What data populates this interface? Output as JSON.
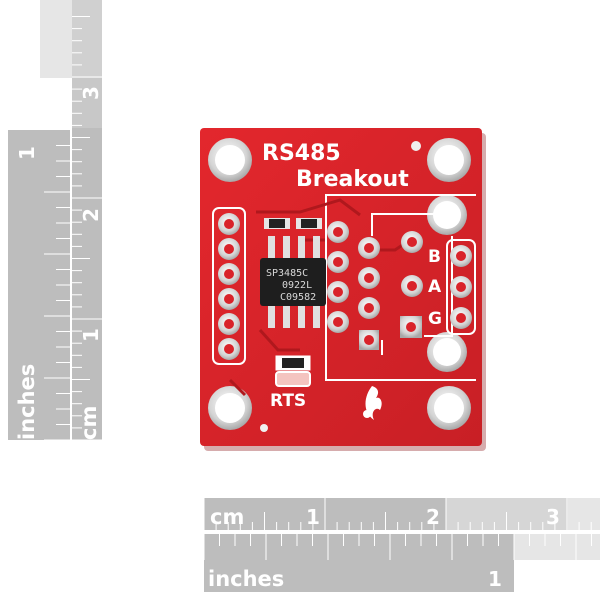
{
  "rulers": {
    "vertical": {
      "inches_label": "inches",
      "cm_label": "cm",
      "inch_numbers": [
        "1"
      ],
      "cm_numbers": [
        "1",
        "2",
        "3"
      ]
    },
    "horizontal": {
      "cm_label": "cm",
      "inches_label": "inches",
      "cm_numbers": [
        "1",
        "2",
        "3"
      ],
      "inch_numbers": [
        "1"
      ]
    }
  },
  "board": {
    "title": "RS485",
    "subtitle": "Breakout",
    "chip": {
      "line1": "SP3485C",
      "line2": "0922L",
      "line3": "C09582"
    },
    "pin_labels": [
      "B",
      "A",
      "G"
    ],
    "led_label": "RTS",
    "logo_icon": "flame-icon"
  },
  "colors": {
    "board_red": "#d9232a",
    "ruler_gray": "#bcbcbc",
    "ruler_light": "#e4e4e4",
    "silk_white": "#ffffff",
    "pad_silver": "#e8e8e8"
  }
}
